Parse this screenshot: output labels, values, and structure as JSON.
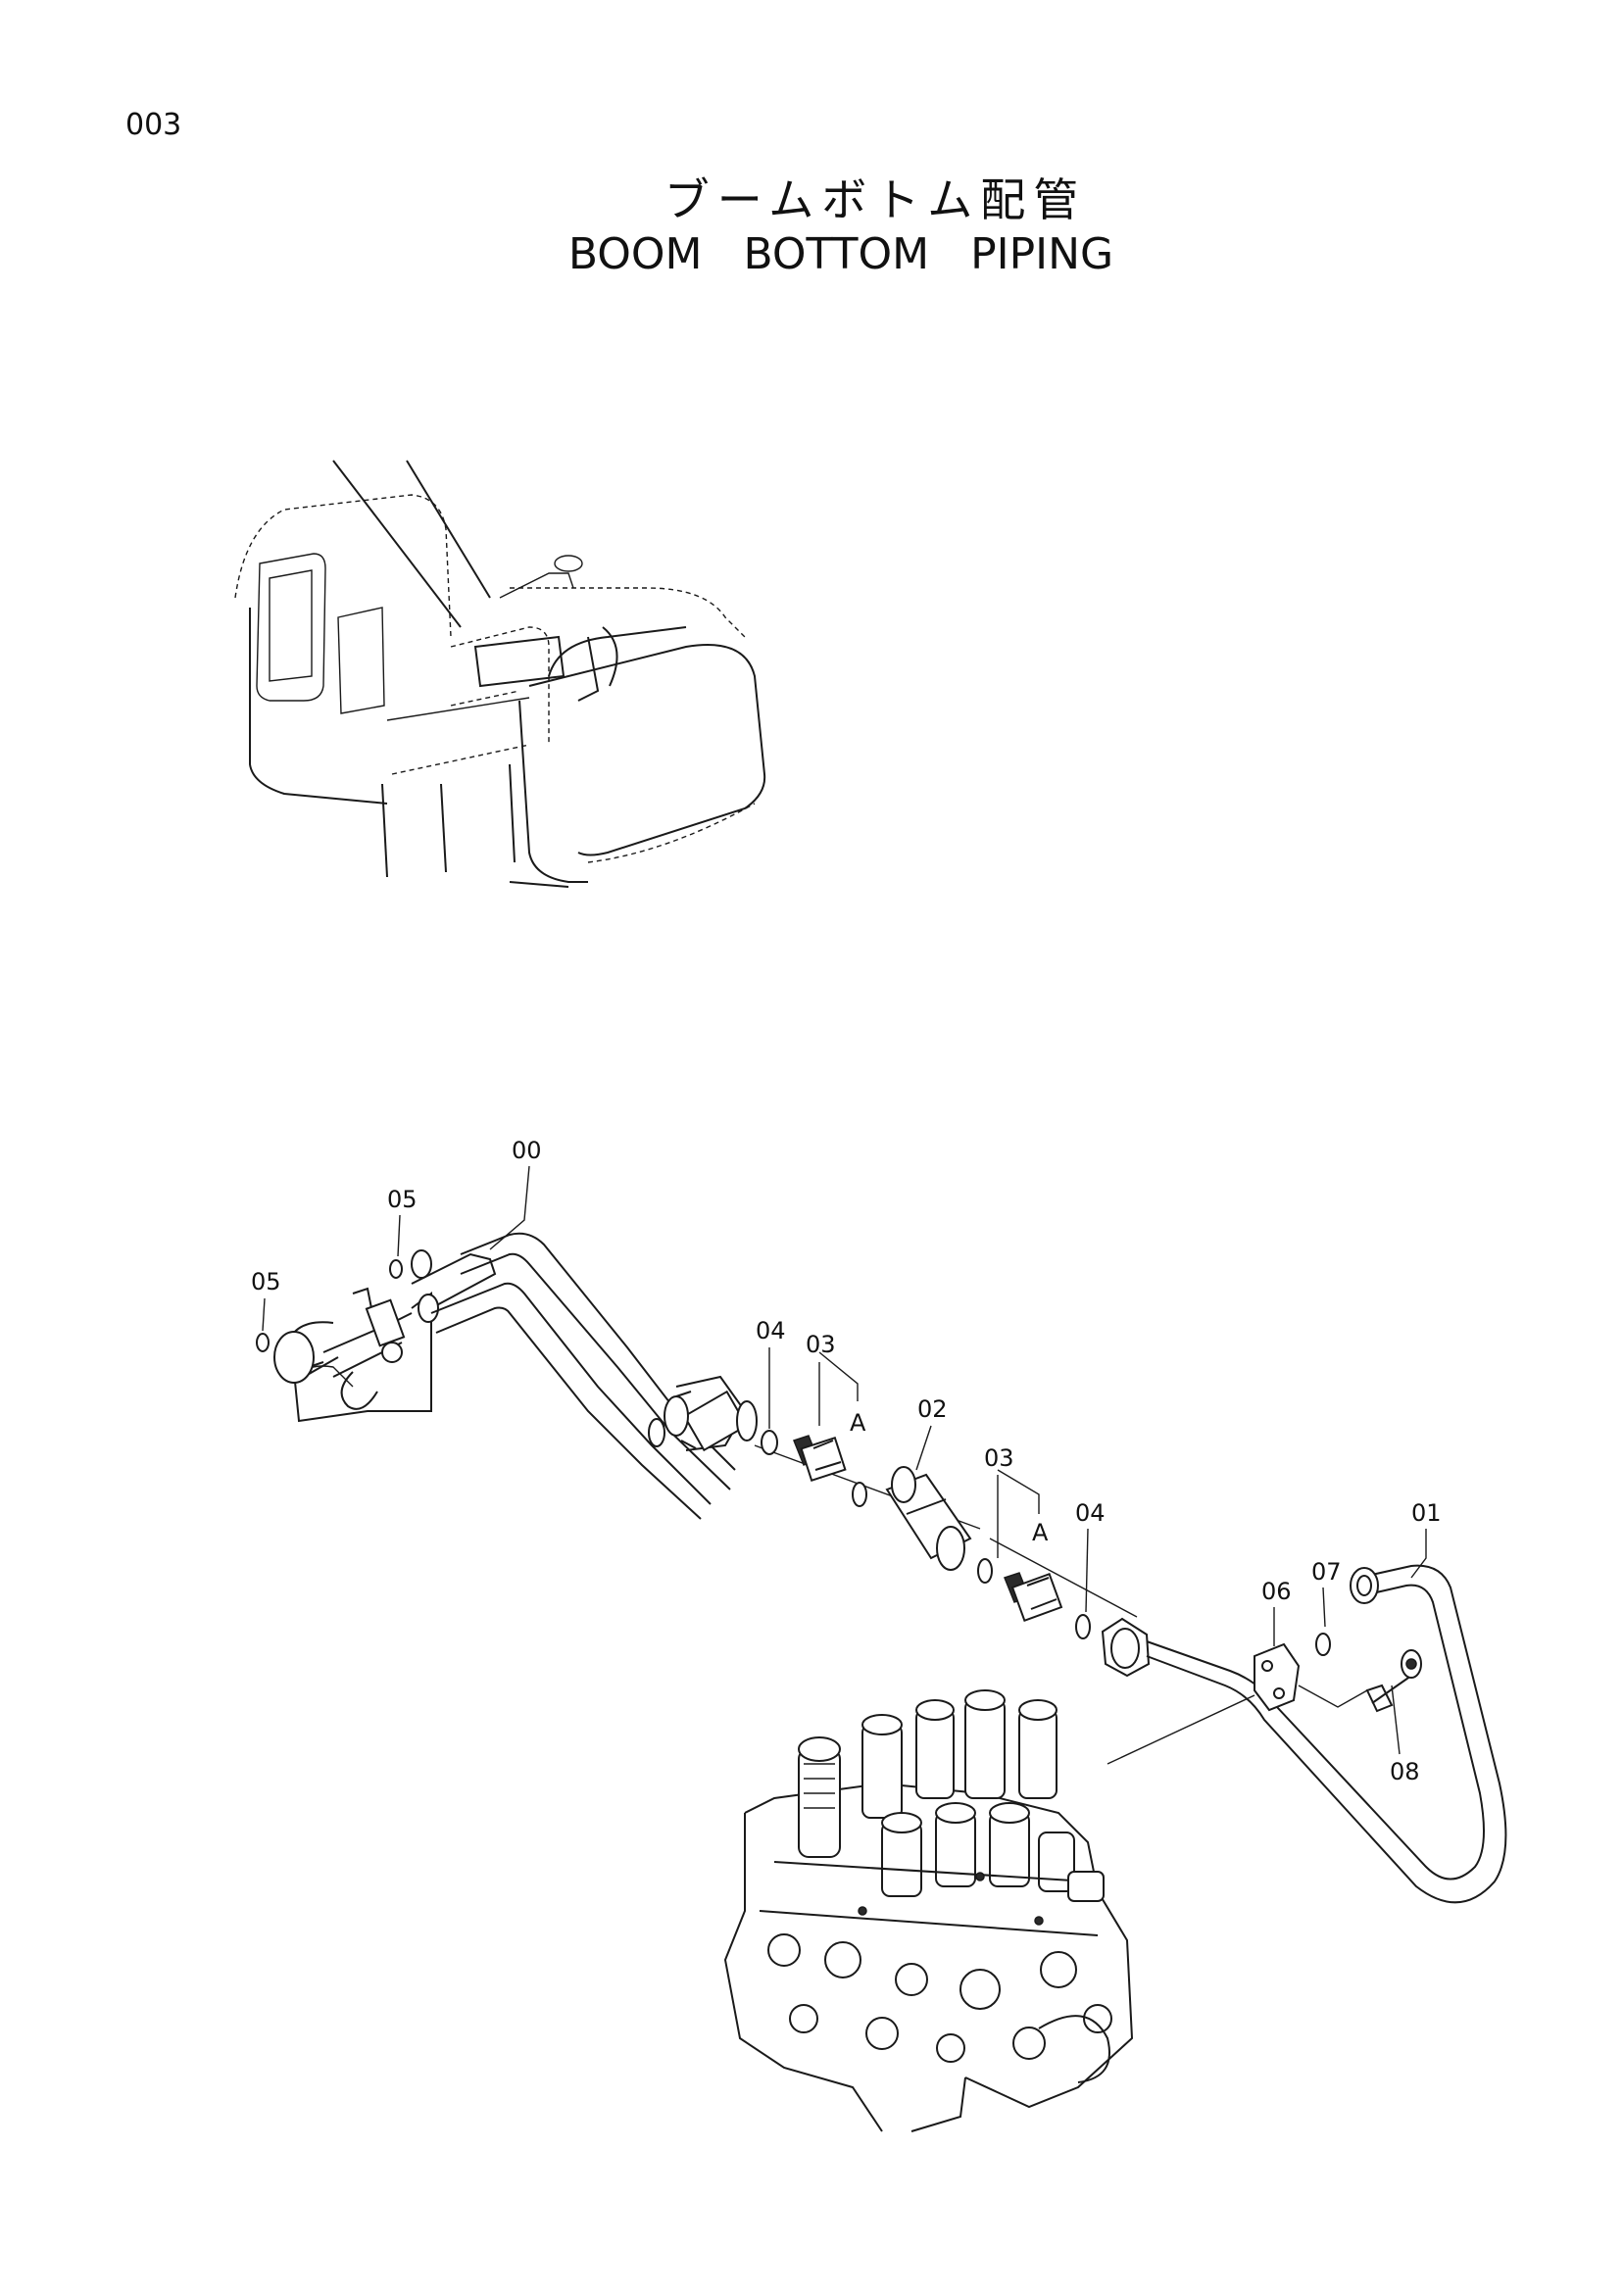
{
  "page_number": "003",
  "title_jp": "ブームボトム配管",
  "title_en": "BOOM   BOTTOM   PIPING",
  "callouts": {
    "c00": "00",
    "c05a": "05",
    "c05b": "05",
    "c04a": "04",
    "c03a": "03",
    "cAa": "A",
    "c02": "02",
    "c03b": "03",
    "cAb": "A",
    "c04b": "04",
    "c01": "01",
    "c06": "06",
    "c07": "07",
    "c08": "08"
  }
}
